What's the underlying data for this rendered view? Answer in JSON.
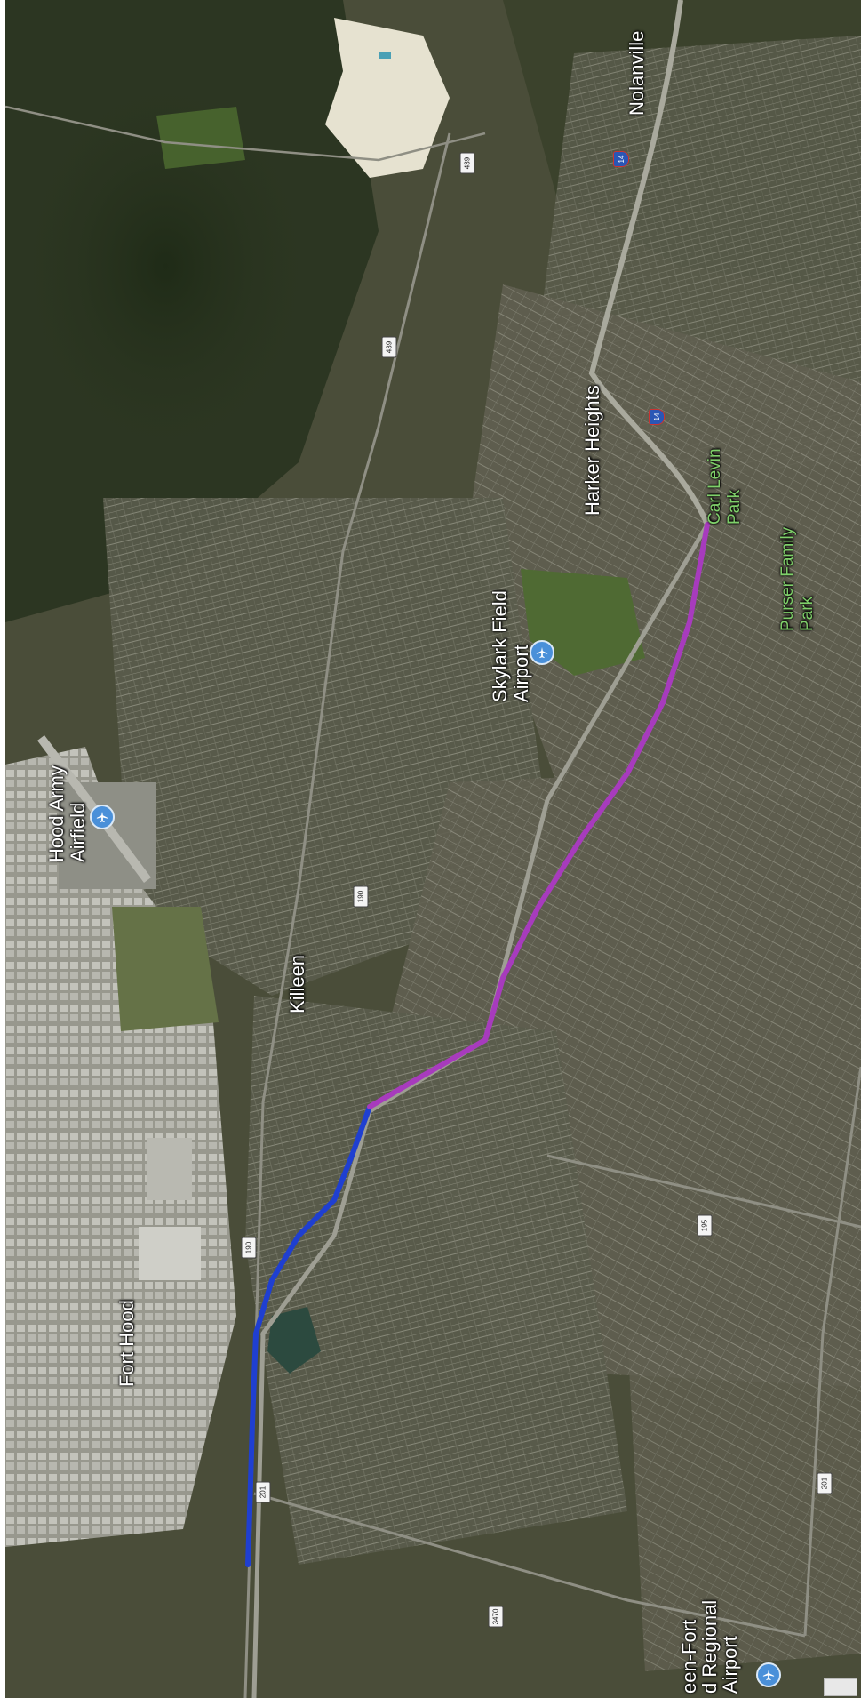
{
  "map": {
    "places": {
      "nolanville": "Nolanville",
      "harker_heights": "Harker Heights",
      "killeen": "Killeen",
      "fort_hood": "Fort Hood",
      "hood_army_airfield": "Hood Army Airfield",
      "skylark_field_airport": "Skylark Field Airport",
      "killeen_regional_airport": "een-Fort\nd Regional\nAirport"
    },
    "parks": {
      "carl_levin_park": "Carl Levin Park",
      "purser_family_park": "Purser Family Park"
    },
    "shields": {
      "i14_north": "14",
      "i14_south": "14",
      "r439": "439",
      "r439b": "439",
      "r190a": "190",
      "r190b": "190",
      "r195": "195",
      "r201a": "201",
      "r201b": "201",
      "r3470": "3470"
    },
    "icons": {
      "airport": "airport-icon"
    },
    "route_colors": {
      "blue_segment": "#1f3fd1",
      "purple_segment": "#a73bbd"
    }
  }
}
